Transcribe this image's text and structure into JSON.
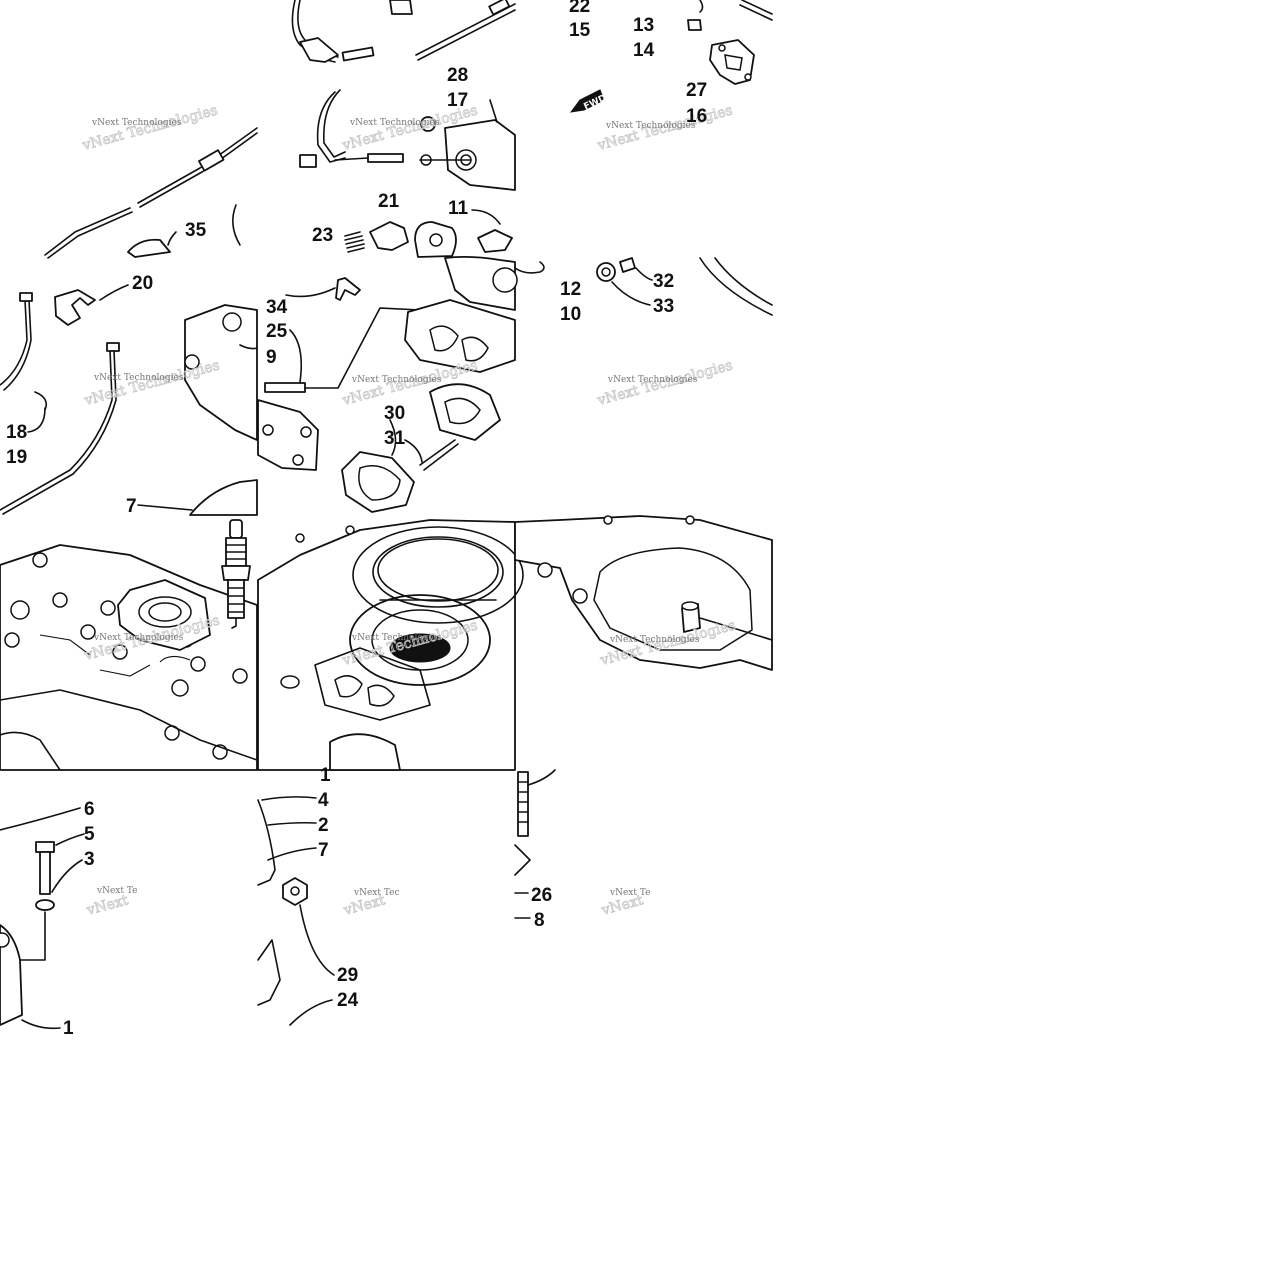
{
  "callouts": [
    "22",
    "15",
    "13",
    "14",
    "27",
    "16",
    "28",
    "17",
    "21",
    "11",
    "23",
    "35",
    "20",
    "9",
    "18",
    "19",
    "7",
    "34",
    "25",
    "30",
    "31",
    "12",
    "10",
    "32",
    "33",
    "6",
    "5",
    "3",
    "1",
    "1",
    "4",
    "2",
    "7",
    "29",
    "24",
    "26",
    "8"
  ],
  "watermark": {
    "text": "vNext Technologies"
  },
  "fwd_label": "FWD"
}
